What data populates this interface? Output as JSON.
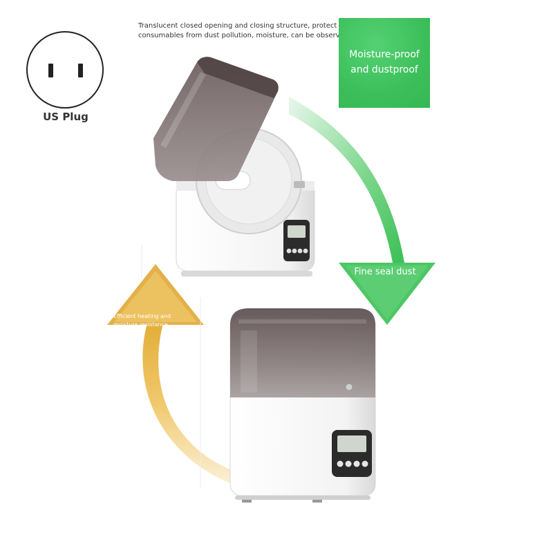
{
  "plug": {
    "label": "US Plug"
  },
  "headline": {
    "text": "Translucent closed opening and closing structure, protect consumables from dust pollution, moisture, can be observed."
  },
  "features": {
    "moisture_proof": "Moisture-proof and dustproof",
    "fine_seal": "Fine seal dust",
    "heating": "Efficient heating and moisture resistance"
  },
  "colors": {
    "green_accent": "#3fc25f",
    "yellow_accent": "#e6b84a",
    "lid_tint": "#6d5f5f",
    "body_white": "#f4f4f4",
    "panel_dark": "#2b2b2b"
  },
  "icons": {
    "plug": "us-plug-icon",
    "arrow_down": "green-curved-arrow-icon",
    "arrow_up": "yellow-curved-arrow-icon"
  }
}
